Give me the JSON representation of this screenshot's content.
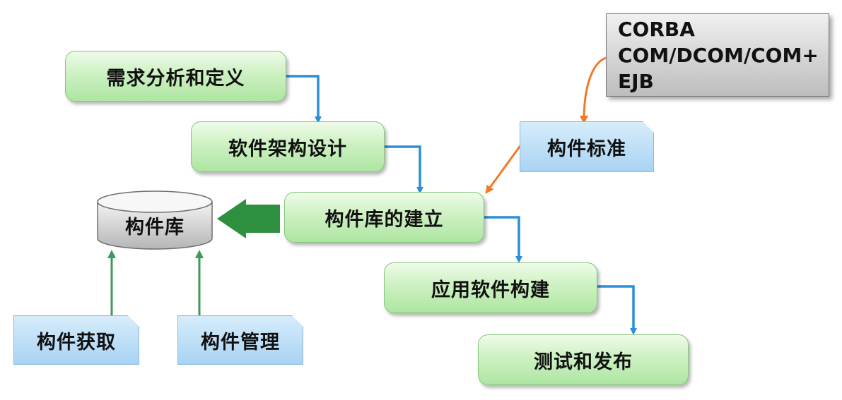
{
  "boxes": {
    "requirements": "需求分析和定义",
    "architecture": "软件架构设计",
    "library_build": "构件库的建立",
    "app_build": "应用软件构建",
    "test_release": "测试和发布",
    "standard": "构件标准",
    "acquire": "构件获取",
    "manage": "构件管理",
    "library": "构件库"
  },
  "standards_list": [
    "CORBA",
    "COM/DCOM/COM+",
    "EJB"
  ],
  "colors": {
    "flow_arrow": "#2a8fd8",
    "standard_arrow": "#ef7a2a",
    "library_arrow": "#3f9a5a",
    "big_arrow": "#2e8f3f",
    "green_box": "#cdf1c2",
    "blue_box": "#a9d3f3"
  }
}
